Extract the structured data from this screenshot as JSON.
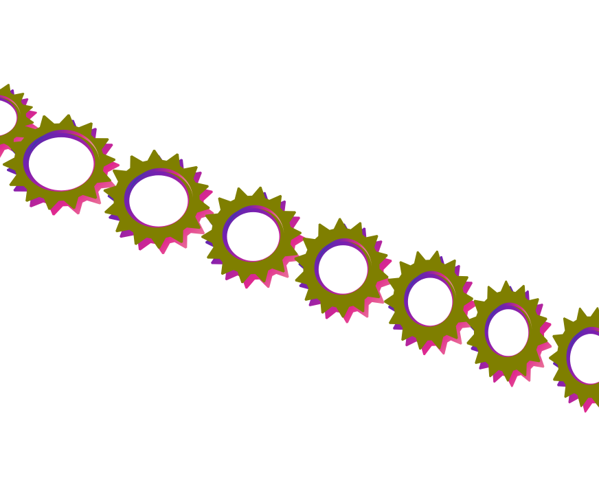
{
  "scene": {
    "subject": "gear-chain",
    "background_color": "#ffffff",
    "gear_face_color": "#7f7f00",
    "gear_side_colors": [
      "#2a3fa8",
      "#6a1fb0",
      "#e0288f",
      "#f07ab8",
      "#f2b8a0",
      "#1aa0b0"
    ],
    "tooth_count": 14,
    "gear_count": 8
  }
}
